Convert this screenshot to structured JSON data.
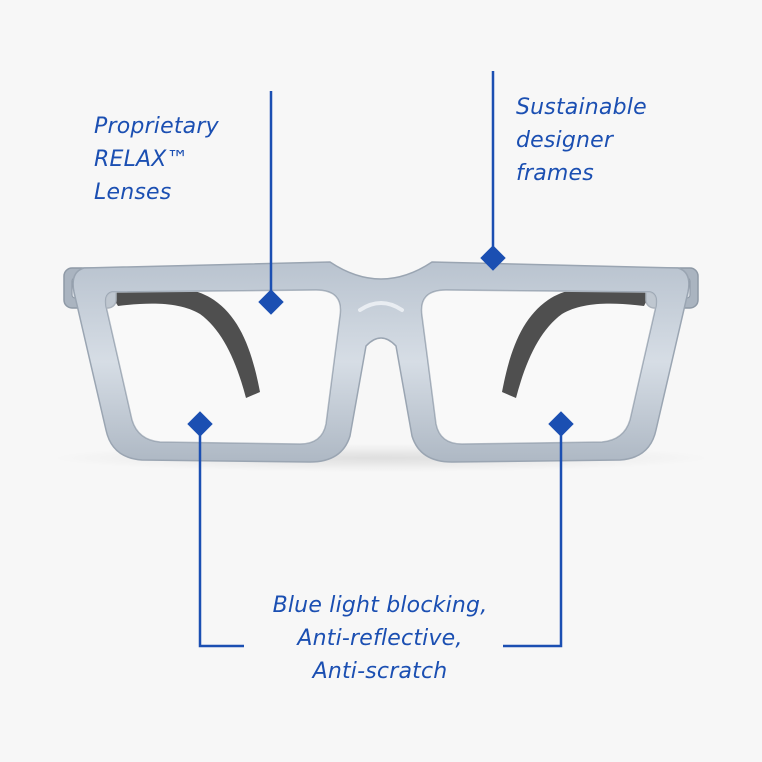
{
  "colors": {
    "accent": "#1b4fb2",
    "background": "#f7f7f7",
    "frame": "#c9d1db",
    "temple": "#141414"
  },
  "callouts": {
    "lenses": {
      "lines": [
        "Proprietary",
        "RELAX™",
        "Lenses"
      ]
    },
    "frames": {
      "lines": [
        "Sustainable",
        "designer",
        "frames"
      ]
    },
    "coatings": {
      "lines": [
        "Blue light blocking,",
        "Anti-reflective,",
        "Anti-scratch"
      ]
    }
  },
  "icons": [
    "diamond-marker-icon"
  ]
}
